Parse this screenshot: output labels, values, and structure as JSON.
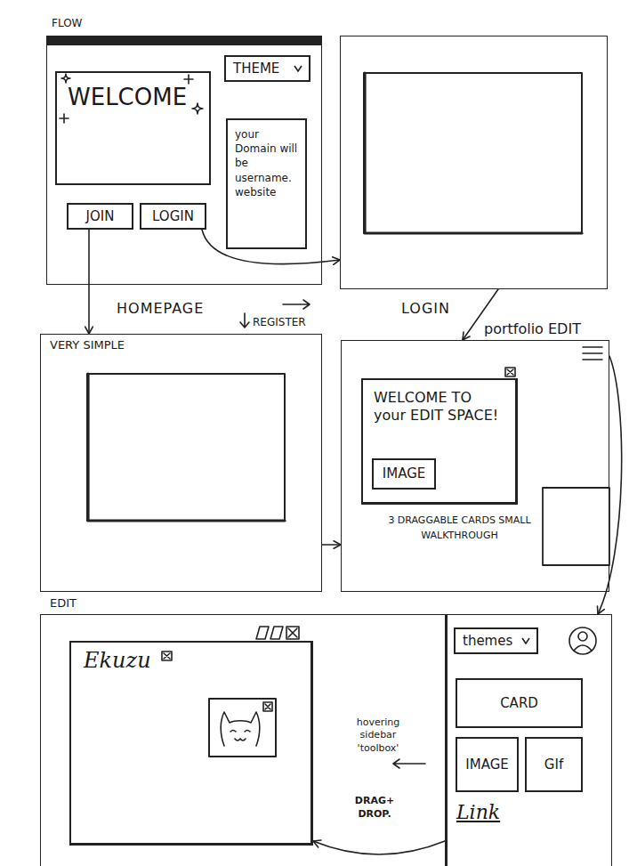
{
  "diagram": {
    "title": "FLOW",
    "nodes": [
      {
        "text": [
          "HOMEPAGE"
        ]
      },
      {
        "text": [
          "WELCOME"
        ],
        "in": 0
      },
      {
        "text": [
          "THEME"
        ],
        "in": 0
      },
      {
        "text": [
          "your Domain will be username. website"
        ],
        "in": 0
      },
      {
        "text": [
          "JOIN"
        ],
        "in": 0
      },
      {
        "text": [
          "LOGIN"
        ],
        "in": 0
      },
      {
        "text": [
          "LOGIN"
        ]
      },
      {
        "text": [
          "REGISTER",
          "VERY SIMPLE"
        ]
      },
      {
        "text": [
          "portfolio EDIT",
          "3 DRAGGABLE CARDS SMALL WALKTHROUGH"
        ]
      },
      {
        "text": [
          "WELCOME TO your EDIT SPACE!"
        ],
        "in": 8
      },
      {
        "text": [
          "IMAGE"
        ],
        "in": 9
      },
      {
        "text": [
          "EDIT"
        ]
      },
      {
        "text": [
          "Ekuzu"
        ],
        "in": 11
      },
      {
        "text": [
          "Link"
        ],
        "in": 11
      },
      {
        "text": [
          "themes"
        ],
        "in": 13
      },
      {
        "text": [
          "CARD"
        ],
        "in": 13
      },
      {
        "text": [
          "IMAGE"
        ],
        "in": 13
      },
      {
        "text": [
          "GIf"
        ],
        "in": 13
      }
    ],
    "edges": [
      {
        "from": 4,
        "to": 7,
        "arrow": "to"
      },
      {
        "from": 5,
        "to": 6,
        "arrow": "to"
      },
      {
        "from": 6,
        "to": 8,
        "arrow": "to"
      },
      {
        "from": 7,
        "to": 8,
        "arrow": "to"
      },
      {
        "from": 8,
        "to": 13,
        "arrow": "to"
      },
      {
        "from": 13,
        "to": 12,
        "label": "DRAG+ DROP.",
        "arrow": "to"
      }
    ],
    "labels": [
      "hovering sidebar 'toolbox'"
    ]
  }
}
